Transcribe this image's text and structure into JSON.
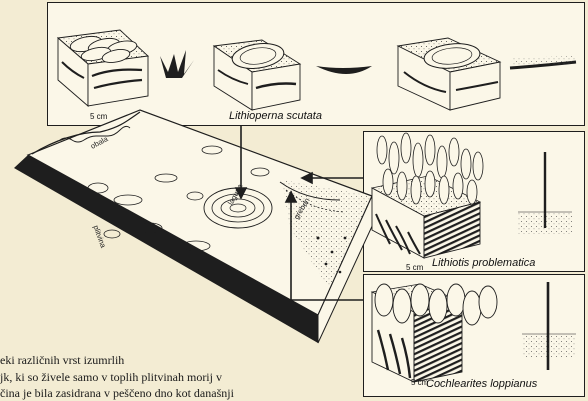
{
  "species": {
    "lithioperna": "Lithioperna scutata",
    "lithiotis": "Lithiotis problematica",
    "cochlearites": "Cochlearites loppianus"
  },
  "scale_label": "5 cm",
  "map_labels": {
    "obala": "obala",
    "plitvina": "plitvina",
    "laguna": "laguna",
    "greben": "greben"
  },
  "caption_lines": [
    "eki različnih vrst izumrlih",
    "jk, ki so živele samo v toplih plitvinah morij v",
    "čina je bila zasidrana v peščeno dno kot današnji"
  ],
  "colors": {
    "background": "#f3ecd3",
    "panel": "#fbf7e8",
    "ink": "#1e1e1e"
  }
}
